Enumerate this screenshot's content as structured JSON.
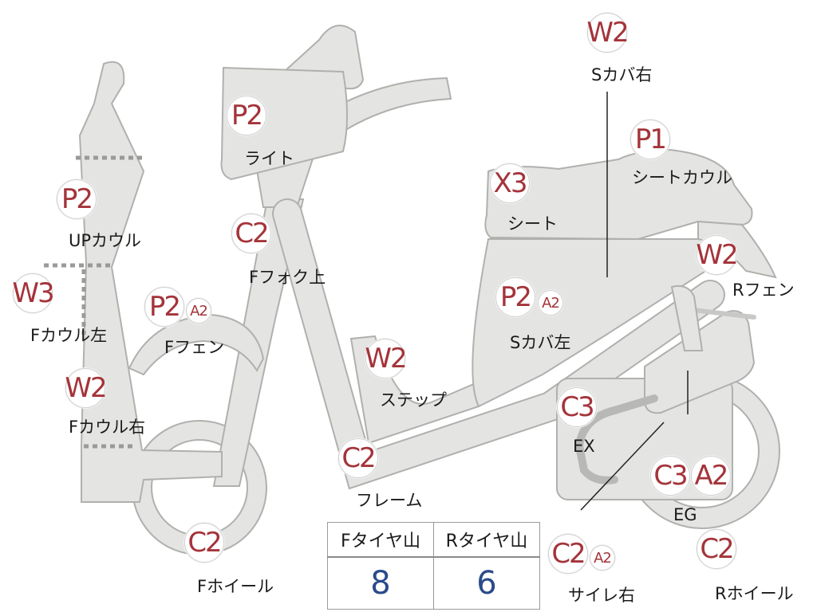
{
  "markers": [
    {
      "id": "f-cowl-top",
      "codes": [
        "P2"
      ],
      "label": "UPカウル"
    },
    {
      "id": "f-cowl-left",
      "codes": [
        "W3"
      ],
      "label": "Fカウル左"
    },
    {
      "id": "f-cowl-right",
      "codes": [
        "W2"
      ],
      "label": "Fカウル右"
    },
    {
      "id": "light",
      "codes": [
        "P2"
      ],
      "label": "ライト"
    },
    {
      "id": "f-fork-upper",
      "codes": [
        "C2"
      ],
      "label": "Fフォク上"
    },
    {
      "id": "f-fender",
      "codes": [
        "P2",
        "A2"
      ],
      "label": "Fフェン"
    },
    {
      "id": "f-wheel",
      "codes": [
        "C2"
      ],
      "label": "Fホイール"
    },
    {
      "id": "step",
      "codes": [
        "W2"
      ],
      "label": "ステップ"
    },
    {
      "id": "frame",
      "codes": [
        "C2"
      ],
      "label": "フレーム"
    },
    {
      "id": "seat",
      "codes": [
        "X3"
      ],
      "label": "シート"
    },
    {
      "id": "s-cover-right",
      "codes": [
        "W2"
      ],
      "label": "Sカバ右"
    },
    {
      "id": "seat-cowl",
      "codes": [
        "P1"
      ],
      "label": "シートカウル"
    },
    {
      "id": "s-cover-left",
      "codes": [
        "P2",
        "A2"
      ],
      "label": "Sカバ左"
    },
    {
      "id": "r-fender",
      "codes": [
        "W2"
      ],
      "label": "Rフェン"
    },
    {
      "id": "exhaust",
      "codes": [
        "C3"
      ],
      "label": "EX"
    },
    {
      "id": "engine",
      "codes": [
        "C3",
        "A2"
      ],
      "label": "EG"
    },
    {
      "id": "muffler-right",
      "codes": [
        "C2",
        "A2"
      ],
      "label": "サイレ右"
    },
    {
      "id": "r-wheel",
      "codes": [
        "C2"
      ],
      "label": "Rホイール"
    }
  ],
  "tread_table": {
    "headers": [
      "Fタイヤ山",
      "Rタイヤ山"
    ],
    "values": [
      "8",
      "6"
    ]
  },
  "colors": {
    "part_fill": "#e4e4e2",
    "part_outline": "#b0b0ae",
    "code_text": "#a4343a",
    "tread_value": "#2a4a8a"
  }
}
